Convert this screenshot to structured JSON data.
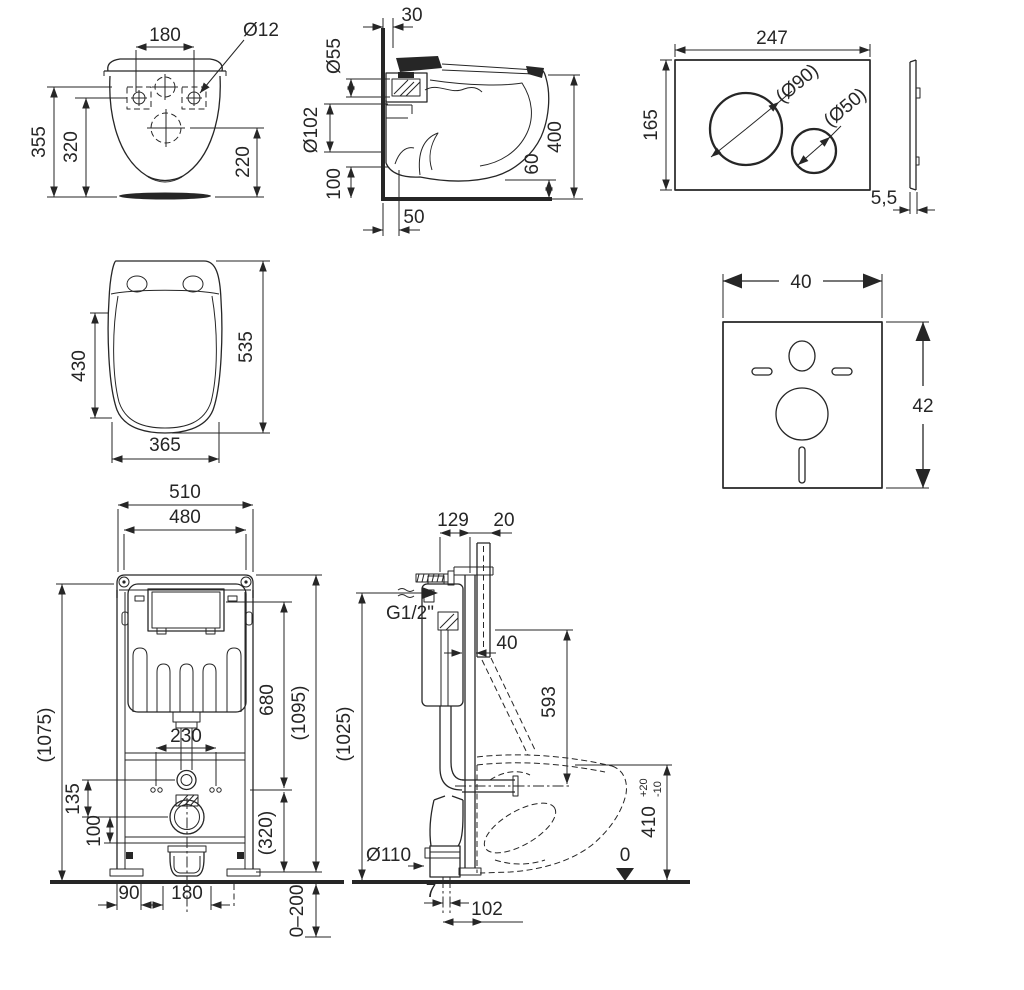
{
  "colors": {
    "ink": "#262626",
    "background": "#ffffff"
  },
  "views": {
    "toilet_front": {
      "dims": {
        "width_180": "180",
        "bolt_dia": "Ø12",
        "height_355": "355",
        "height_320": "320",
        "height_220": "220"
      }
    },
    "toilet_side": {
      "dims": {
        "offset_30": "30",
        "inlet_dia": "Ø55",
        "outlet_dia": "Ø102",
        "height_100": "100",
        "height_400": "400",
        "height_60": "60",
        "offset_50": "50"
      }
    },
    "flush_plate": {
      "dims": {
        "width_247": "247",
        "height_165": "165",
        "big_button_dia": "(Ø90)",
        "small_button_dia": "(Ø50)",
        "thickness_55": "5,5"
      }
    },
    "seat": {
      "dims": {
        "inner_430": "430",
        "length_535": "535",
        "width_365": "365"
      }
    },
    "sound_mat": {
      "dims": {
        "width_40": "40",
        "height_42": "42"
      }
    },
    "frame_front": {
      "dims": {
        "width_510": "510",
        "width_480": "480",
        "height_1075": "(1075)",
        "offset_135": "135",
        "offset_100": "100",
        "bolt_span_230": "230",
        "height_680": "680",
        "height_1095": "(1095)",
        "height_320": "(320)",
        "offset_90": "90",
        "offset_180": "180",
        "adjust_range": "0–200"
      }
    },
    "frame_side": {
      "dims": {
        "depth_129": "129",
        "depth_20": "20",
        "thread_size": "G1/2\"",
        "wall_40": "40",
        "height_593": "593",
        "height_1025": "(1025)",
        "drain_dia": "Ø110",
        "height_410": "410",
        "tol_plus": "+20",
        "tol_minus": "-10",
        "floor_zero": "0",
        "offset_7": "7",
        "offset_102": "102"
      }
    }
  }
}
